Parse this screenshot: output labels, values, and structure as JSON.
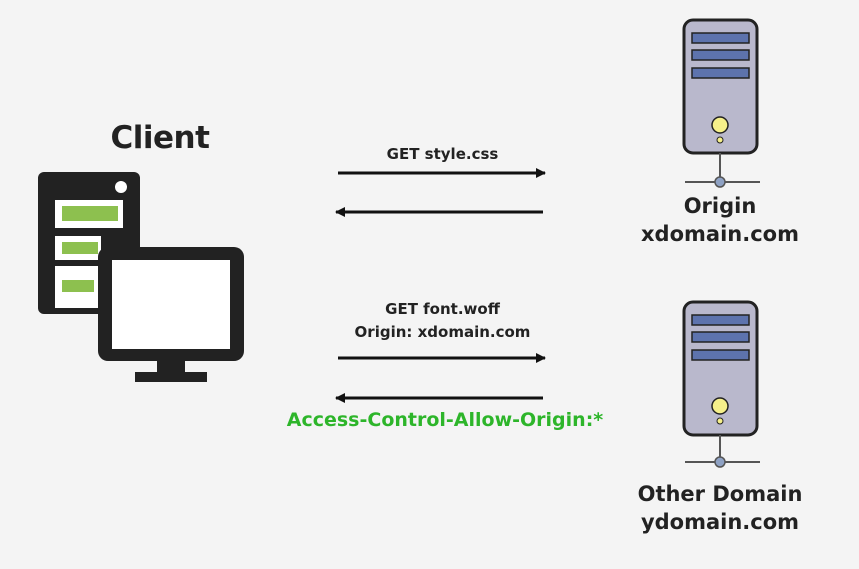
{
  "client": {
    "title": "Client"
  },
  "exchanges": [
    {
      "request_lines": [
        "GET style.css"
      ],
      "response_label": ""
    },
    {
      "request_lines": [
        "GET font.woff",
        "Origin: xdomain.com"
      ],
      "response_label": "Access-Control-Allow-Origin:*"
    }
  ],
  "servers": [
    {
      "name": "Origin",
      "domain": "xdomain.com"
    },
    {
      "name": "Other Domain",
      "domain": "ydomain.com"
    }
  ],
  "colors": {
    "background": "#f4f4f4",
    "ink": "#222222",
    "accent_green": "#2db52a",
    "client_green": "#8dc04f",
    "server_body": "#b9b8cc",
    "server_slot": "#5d73ad",
    "server_led": "#f6f08a"
  }
}
